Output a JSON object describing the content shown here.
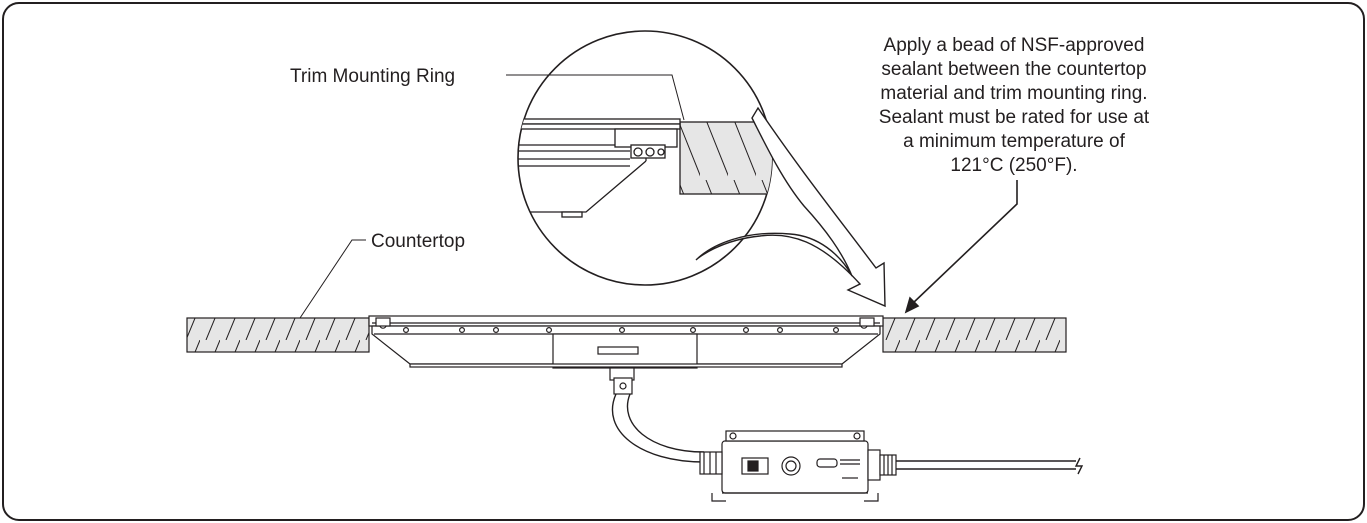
{
  "labels": {
    "trim_ring": "Trim Mounting Ring",
    "countertop": "Countertop",
    "sealant_note": [
      "Apply a bead of NSF-approved",
      "sealant between the countertop",
      "material and trim mounting ring.",
      "Sealant must be rated for use at",
      "a minimum temperature of",
      "121°C (250°F)."
    ]
  },
  "colors": {
    "line": "#231f20",
    "hatch_fill": "#e6e6e6",
    "background": "#ffffff"
  }
}
